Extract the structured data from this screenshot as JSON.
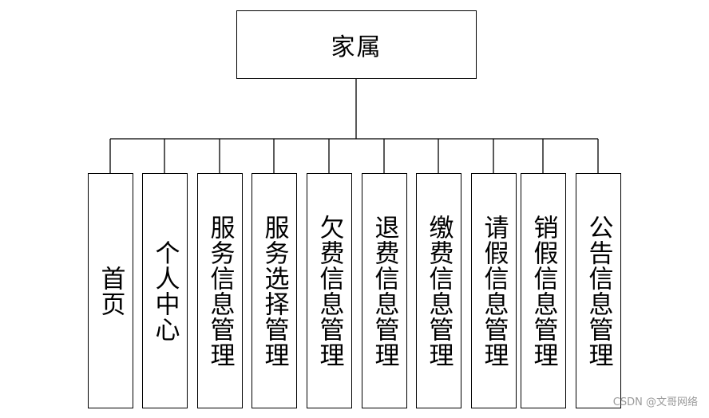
{
  "root": {
    "label": "家属"
  },
  "children": [
    {
      "label": "首页"
    },
    {
      "label": "个人中心"
    },
    {
      "label": "服务信息管理"
    },
    {
      "label": "服务选择管理"
    },
    {
      "label": "欠费信息管理"
    },
    {
      "label": "退费信息管理"
    },
    {
      "label": "缴费信息管理"
    },
    {
      "label": "请假信息管理"
    },
    {
      "label": "销假信息管理"
    },
    {
      "label": "公告信息管理"
    }
  ],
  "watermark": {
    "text": "CSDN @文哥网络"
  }
}
